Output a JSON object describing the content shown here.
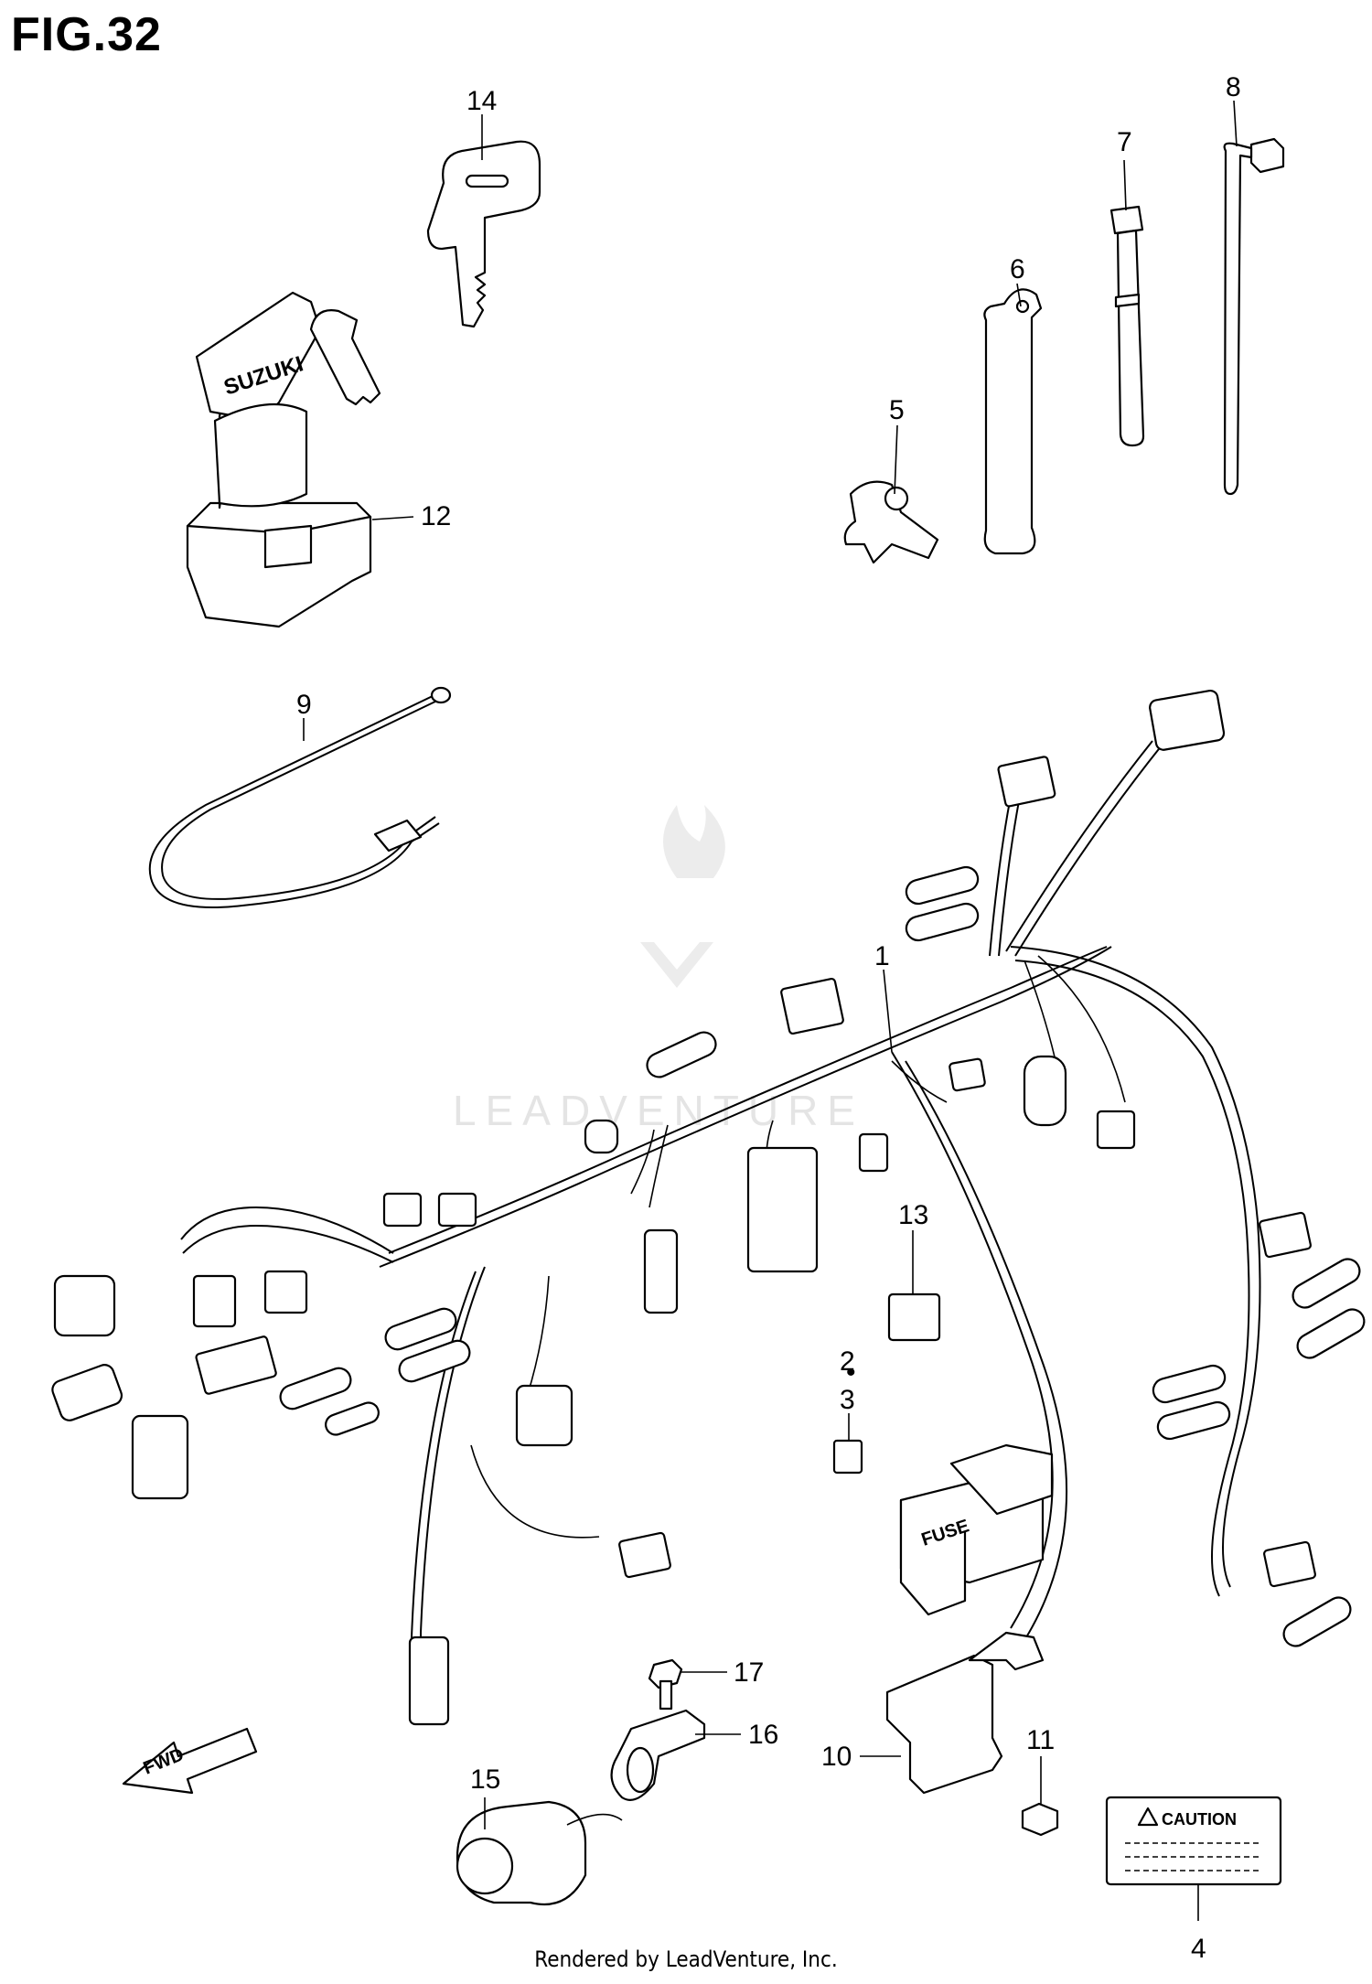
{
  "figure": {
    "title": "FIG.32"
  },
  "footer": {
    "text": "Rendered by LeadVenture, Inc."
  },
  "watermark": {
    "text": "LEADVENTURE"
  },
  "labels": {
    "ignition_brand": "SUZUKI",
    "fuse_box": "FUSE",
    "caution_label": "CAUTION",
    "fwd_arrow": "FWD"
  },
  "callouts": [
    {
      "id": "1",
      "text": "1"
    },
    {
      "id": "2",
      "text": "2"
    },
    {
      "id": "3",
      "text": "3"
    },
    {
      "id": "4",
      "text": "4"
    },
    {
      "id": "5",
      "text": "5"
    },
    {
      "id": "6",
      "text": "6"
    },
    {
      "id": "7",
      "text": "7"
    },
    {
      "id": "8",
      "text": "8"
    },
    {
      "id": "9",
      "text": "9"
    },
    {
      "id": "10",
      "text": "10"
    },
    {
      "id": "11",
      "text": "11"
    },
    {
      "id": "12",
      "text": "12"
    },
    {
      "id": "13",
      "text": "13"
    },
    {
      "id": "14",
      "text": "14"
    },
    {
      "id": "15",
      "text": "15"
    },
    {
      "id": "16",
      "text": "16"
    },
    {
      "id": "17",
      "text": "17"
    }
  ],
  "colors": {
    "ink": "#000000",
    "background": "#ffffff",
    "watermark": "#e4e4e4"
  }
}
